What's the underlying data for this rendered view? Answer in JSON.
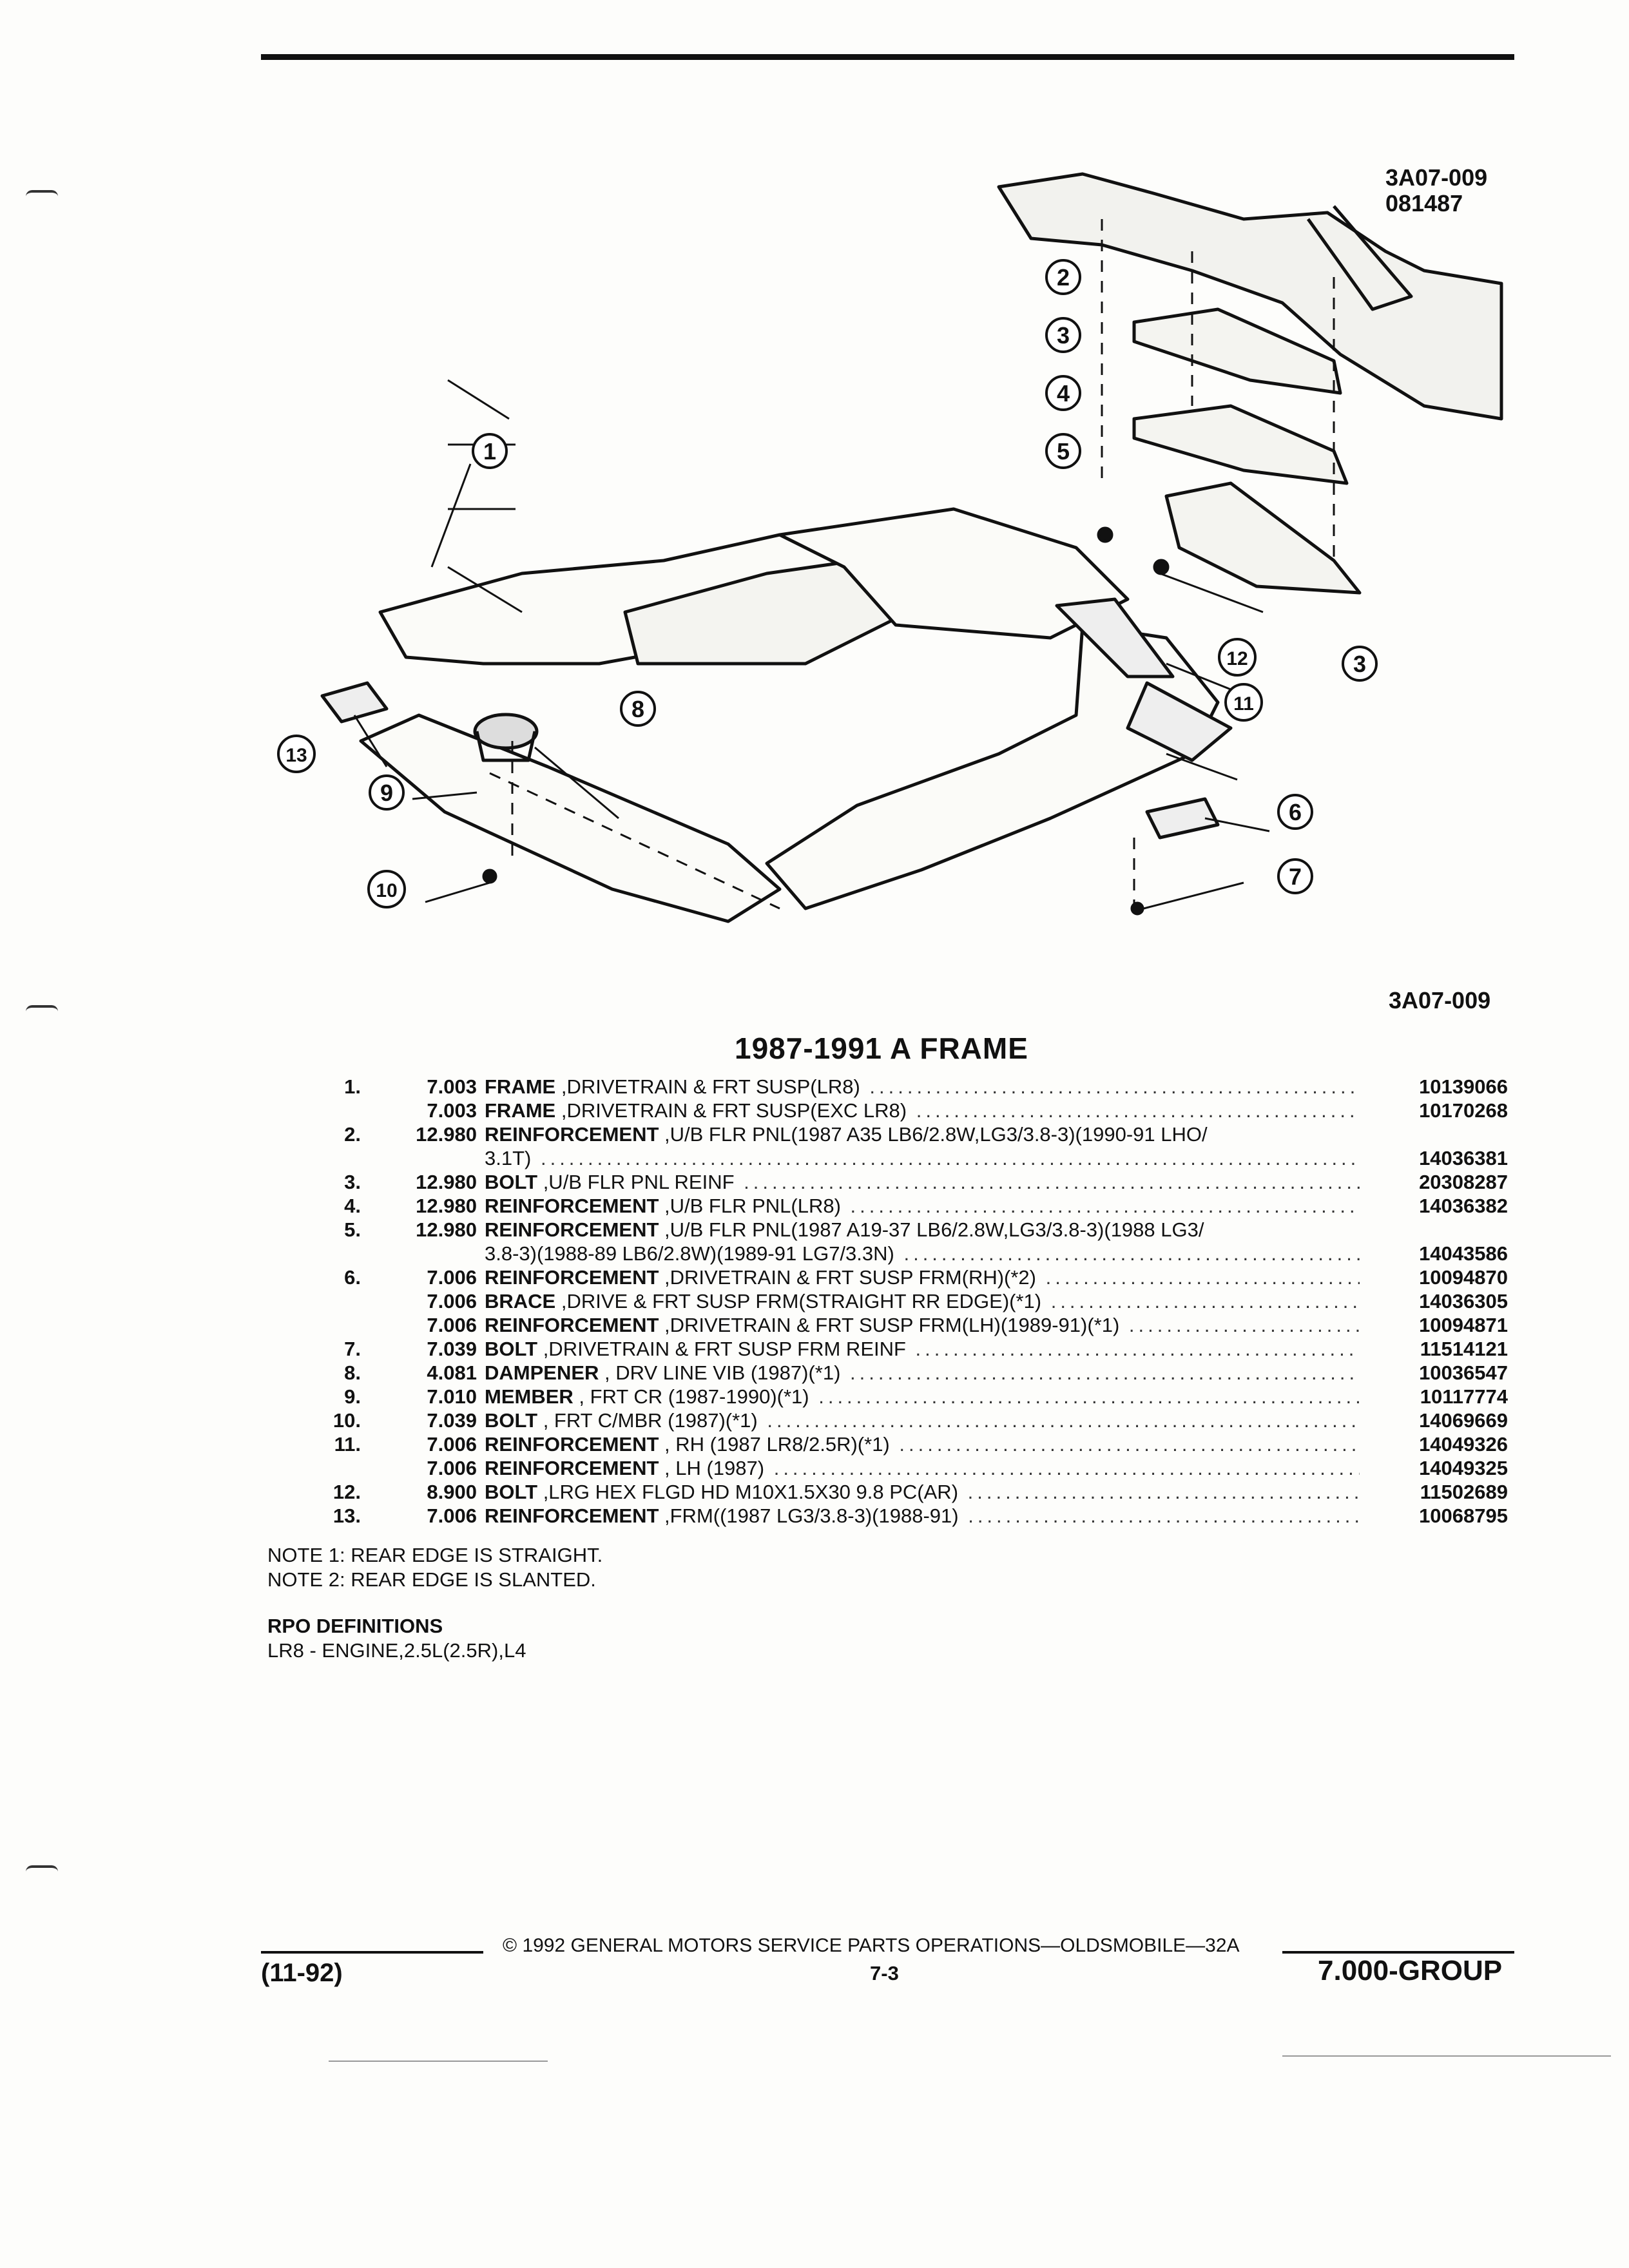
{
  "figure": {
    "ref_top": "3A07-009",
    "date_code": "081487",
    "ref_bottom": "3A07-009",
    "callouts": [
      "1",
      "2",
      "3",
      "4",
      "5",
      "3",
      "6",
      "7",
      "8",
      "9",
      "10",
      "11",
      "12",
      "13"
    ]
  },
  "title": "1987-1991 A FRAME",
  "parts": [
    {
      "num": "1.",
      "grp": "7.003",
      "name": "FRAME",
      "desc": " ,DRIVETRAIN & FRT SUSP(LR8)",
      "pn": "10139066"
    },
    {
      "num": "",
      "grp": "7.003",
      "name": "FRAME",
      "desc": " ,DRIVETRAIN & FRT SUSP(EXC LR8)",
      "pn": "10170268"
    },
    {
      "num": "2.",
      "grp": "12.980",
      "name": "REINFORCEMENT",
      "desc": " ,U/B FLR PNL(1987 A35 LB6/2.8W,LG3/3.8-3)(1990-91 LHO/",
      "pn": ""
    },
    {
      "num": "",
      "grp": "",
      "name": "",
      "desc": "3.1T)",
      "pn": "14036381"
    },
    {
      "num": "3.",
      "grp": "12.980",
      "name": "BOLT",
      "desc": " ,U/B FLR PNL REINF",
      "pn": "20308287"
    },
    {
      "num": "4.",
      "grp": "12.980",
      "name": "REINFORCEMENT",
      "desc": " ,U/B FLR PNL(LR8)",
      "pn": "14036382"
    },
    {
      "num": "5.",
      "grp": "12.980",
      "name": "REINFORCEMENT",
      "desc": " ,U/B FLR PNL(1987 A19-37 LB6/2.8W,LG3/3.8-3)(1988 LG3/",
      "pn": ""
    },
    {
      "num": "",
      "grp": "",
      "name": "",
      "desc": "3.8-3)(1988-89 LB6/2.8W)(1989-91 LG7/3.3N)",
      "pn": "14043586"
    },
    {
      "num": "6.",
      "grp": "7.006",
      "name": "REINFORCEMENT",
      "desc": " ,DRIVETRAIN & FRT SUSP FRM(RH)(*2)",
      "pn": "10094870"
    },
    {
      "num": "",
      "grp": "7.006",
      "name": "BRACE",
      "desc": " ,DRIVE & FRT SUSP FRM(STRAIGHT RR EDGE)(*1)",
      "pn": "14036305"
    },
    {
      "num": "",
      "grp": "7.006",
      "name": "REINFORCEMENT",
      "desc": " ,DRIVETRAIN & FRT SUSP FRM(LH)(1989-91)(*1)",
      "pn": "10094871"
    },
    {
      "num": "7.",
      "grp": "7.039",
      "name": "BOLT",
      "desc": " ,DRIVETRAIN & FRT SUSP FRM REINF",
      "pn": "11514121"
    },
    {
      "num": "8.",
      "grp": "4.081",
      "name": "DAMPENER",
      "desc": " , DRV LINE VIB (1987)(*1)",
      "pn": "10036547"
    },
    {
      "num": "9.",
      "grp": "7.010",
      "name": "MEMBER",
      "desc": " , FRT CR (1987-1990)(*1)",
      "pn": "10117774"
    },
    {
      "num": "10.",
      "grp": "7.039",
      "name": "BOLT",
      "desc": " , FRT C/MBR (1987)(*1)",
      "pn": "14069669"
    },
    {
      "num": "11.",
      "grp": "7.006",
      "name": "REINFORCEMENT",
      "desc": " , RH (1987 LR8/2.5R)(*1)",
      "pn": "14049326"
    },
    {
      "num": "",
      "grp": "7.006",
      "name": "REINFORCEMENT",
      "desc": " , LH (1987)",
      "pn": "14049325"
    },
    {
      "num": "12.",
      "grp": "8.900",
      "name": "BOLT",
      "desc": " ,LRG HEX FLGD HD M10X1.5X30 9.8 PC(AR)",
      "pn": "11502689"
    },
    {
      "num": "13.",
      "grp": "7.006",
      "name": "REINFORCEMENT",
      "desc": " ,FRM((1987 LG3/3.8-3)(1988-91)",
      "pn": "10068795"
    }
  ],
  "notes": [
    "NOTE  1:  REAR EDGE IS STRAIGHT.",
    "NOTE  2:  REAR EDGE IS SLANTED."
  ],
  "rpo": {
    "heading": "RPO DEFINITIONS",
    "items": [
      "LR8 - ENGINE,2.5L(2.5R),L4"
    ]
  },
  "footer": {
    "copyright": "©  1992  GENERAL MOTORS SERVICE PARTS OPERATIONS—OLDSMOBILE—32A",
    "date": "(11-92)",
    "page": "7-3",
    "group": "7.000-GROUP"
  }
}
